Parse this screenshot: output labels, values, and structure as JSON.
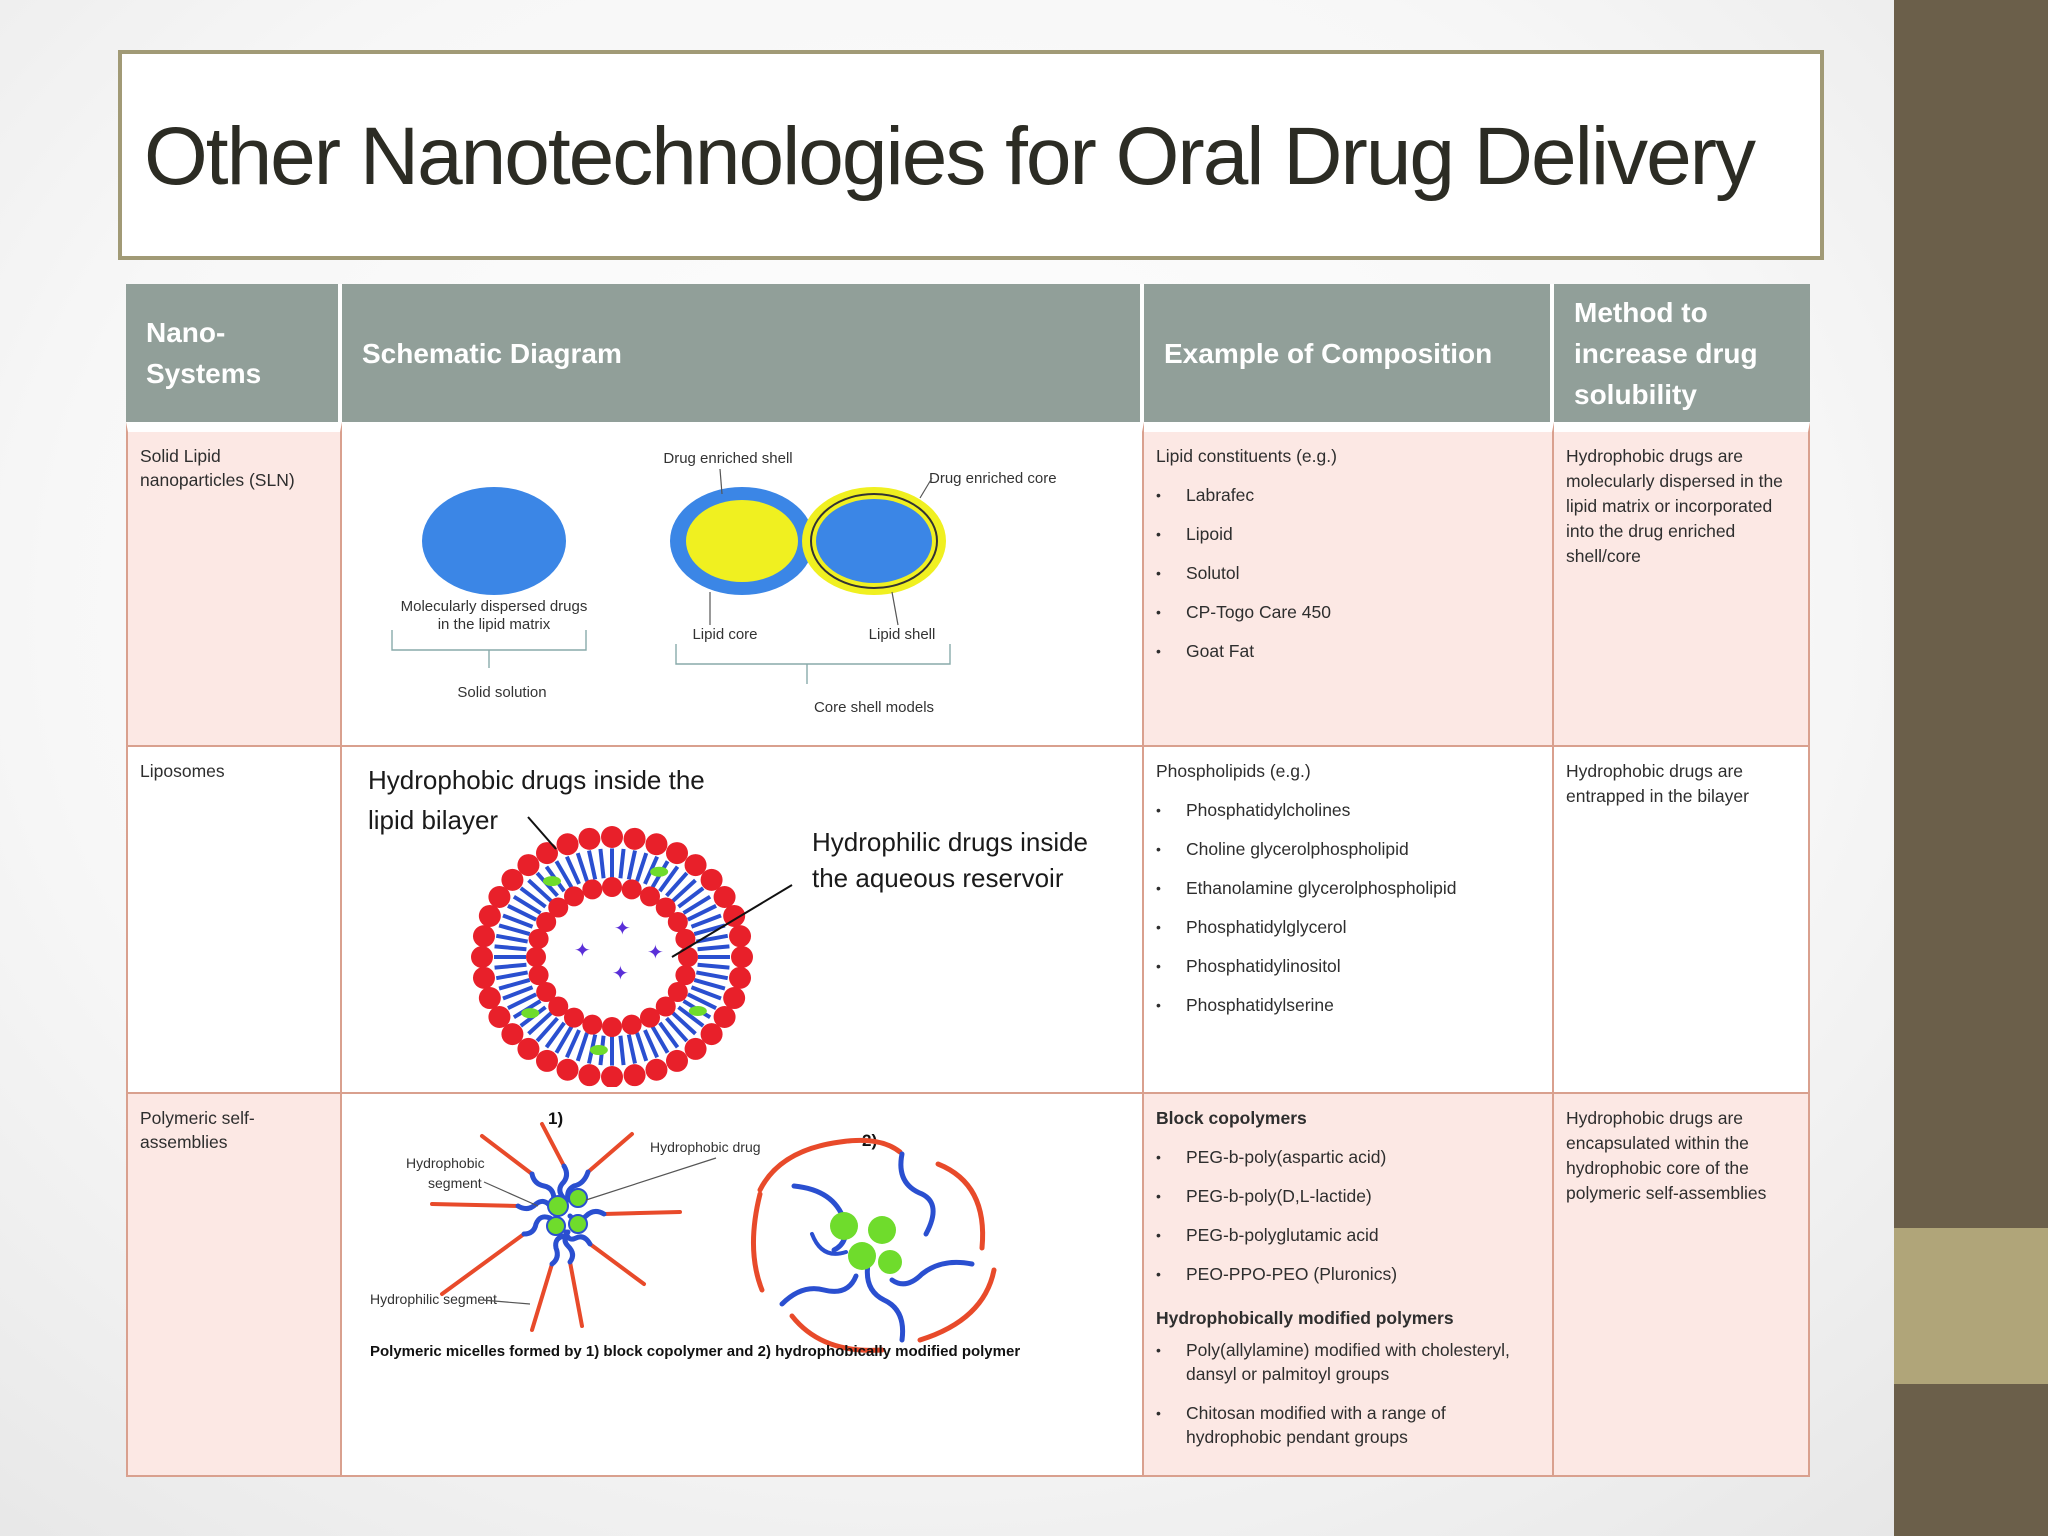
{
  "slide": {
    "title": "Other Nanotechnologies for Oral Drug Delivery"
  },
  "table": {
    "headers": [
      "Nano-\nSystems",
      "Schematic Diagram",
      "Example of Composition",
      "Method to increase drug solubility"
    ],
    "rows": [
      {
        "system": "Solid Lipid nanoparticles (SLN)",
        "composition_heading": "Lipid constituents (e.g.)",
        "composition_items": [
          "Labrafec",
          "Lipoid",
          "Solutol",
          "CP-Togo Care 450",
          "Goat Fat"
        ],
        "method": "Hydrophobic drugs  are molecularly dispersed in the lipid matrix or incorporated into the drug enriched shell/core",
        "diagram": {
          "label_drug_shell": "Drug enriched shell",
          "label_drug_core": "Drug enriched core",
          "label_molecular_1": "Molecularly dispersed drugs",
          "label_molecular_2": "in the lipid matrix",
          "label_lipid_core": "Lipid core",
          "label_lipid_shell": "Lipid shell",
          "label_solid_solution": "Solid solution",
          "label_core_shell_models": "Core shell models"
        }
      },
      {
        "system": "Liposomes",
        "composition_heading": "Phospholipids (e.g.)",
        "composition_items": [
          "Phosphatidylcholines",
          "Choline glycerolphospholipid",
          "Ethanolamine glycerolphospholipid",
          "Phosphatidylglycerol",
          "Phosphatidylinositol",
          "Phosphatidylserine"
        ],
        "method": "Hydrophobic drugs are entrapped in the bilayer",
        "diagram": {
          "label_hydrophobic_1": "Hydrophobic drugs inside the",
          "label_hydrophobic_2": "lipid bilayer",
          "label_hydrophilic_1": "Hydrophilic drugs inside",
          "label_hydrophilic_2": "the aqueous reservoir"
        }
      },
      {
        "system": "Polymeric self-assemblies",
        "composition_heading": "Block copolymers",
        "composition_items": [
          "PEG-b-poly(aspartic acid)",
          "PEG-b-poly(D,L-lactide)",
          "PEG-b-polyglutamic acid",
          "PEO-PPO-PEO (Pluronics)"
        ],
        "composition_heading_2": "Hydrophobically modified polymers",
        "composition_items_2": [
          "Poly(allylamine) modified with cholesteryl, dansyl or palmitoyl groups",
          "Chitosan modified with a range of hydrophobic pendant groups"
        ],
        "method": "Hydrophobic drugs are encapsulated within the hydrophobic core of the polymeric self-assemblies",
        "diagram": {
          "label_1": "1)",
          "label_2": "2)",
          "label_hydrophobic_segment_1": "Hydrophobic",
          "label_hydrophobic_segment_2": "segment",
          "label_hydrophobic_drug": "Hydrophobic drug",
          "label_hydrophilic_segment": "Hydrophilic segment",
          "caption": "Polymeric micelles formed by 1) block copolymer and 2) hydrophobically modified polymer"
        }
      }
    ]
  },
  "colors": {
    "header_bg": "#919f99",
    "pink_row": "#fce8e4",
    "border": "#d9a08e",
    "sidebar_dark": "#6b5f4a",
    "sidebar_light": "#b0a579",
    "lipid_blue": "#3b86e6",
    "drug_yellow": "#f0f020",
    "liposome_red": "#e8202a",
    "polymer_blue": "#2a4fd0",
    "drug_green": "#6fdc2c",
    "drug_purple": "#5a2fd8"
  }
}
